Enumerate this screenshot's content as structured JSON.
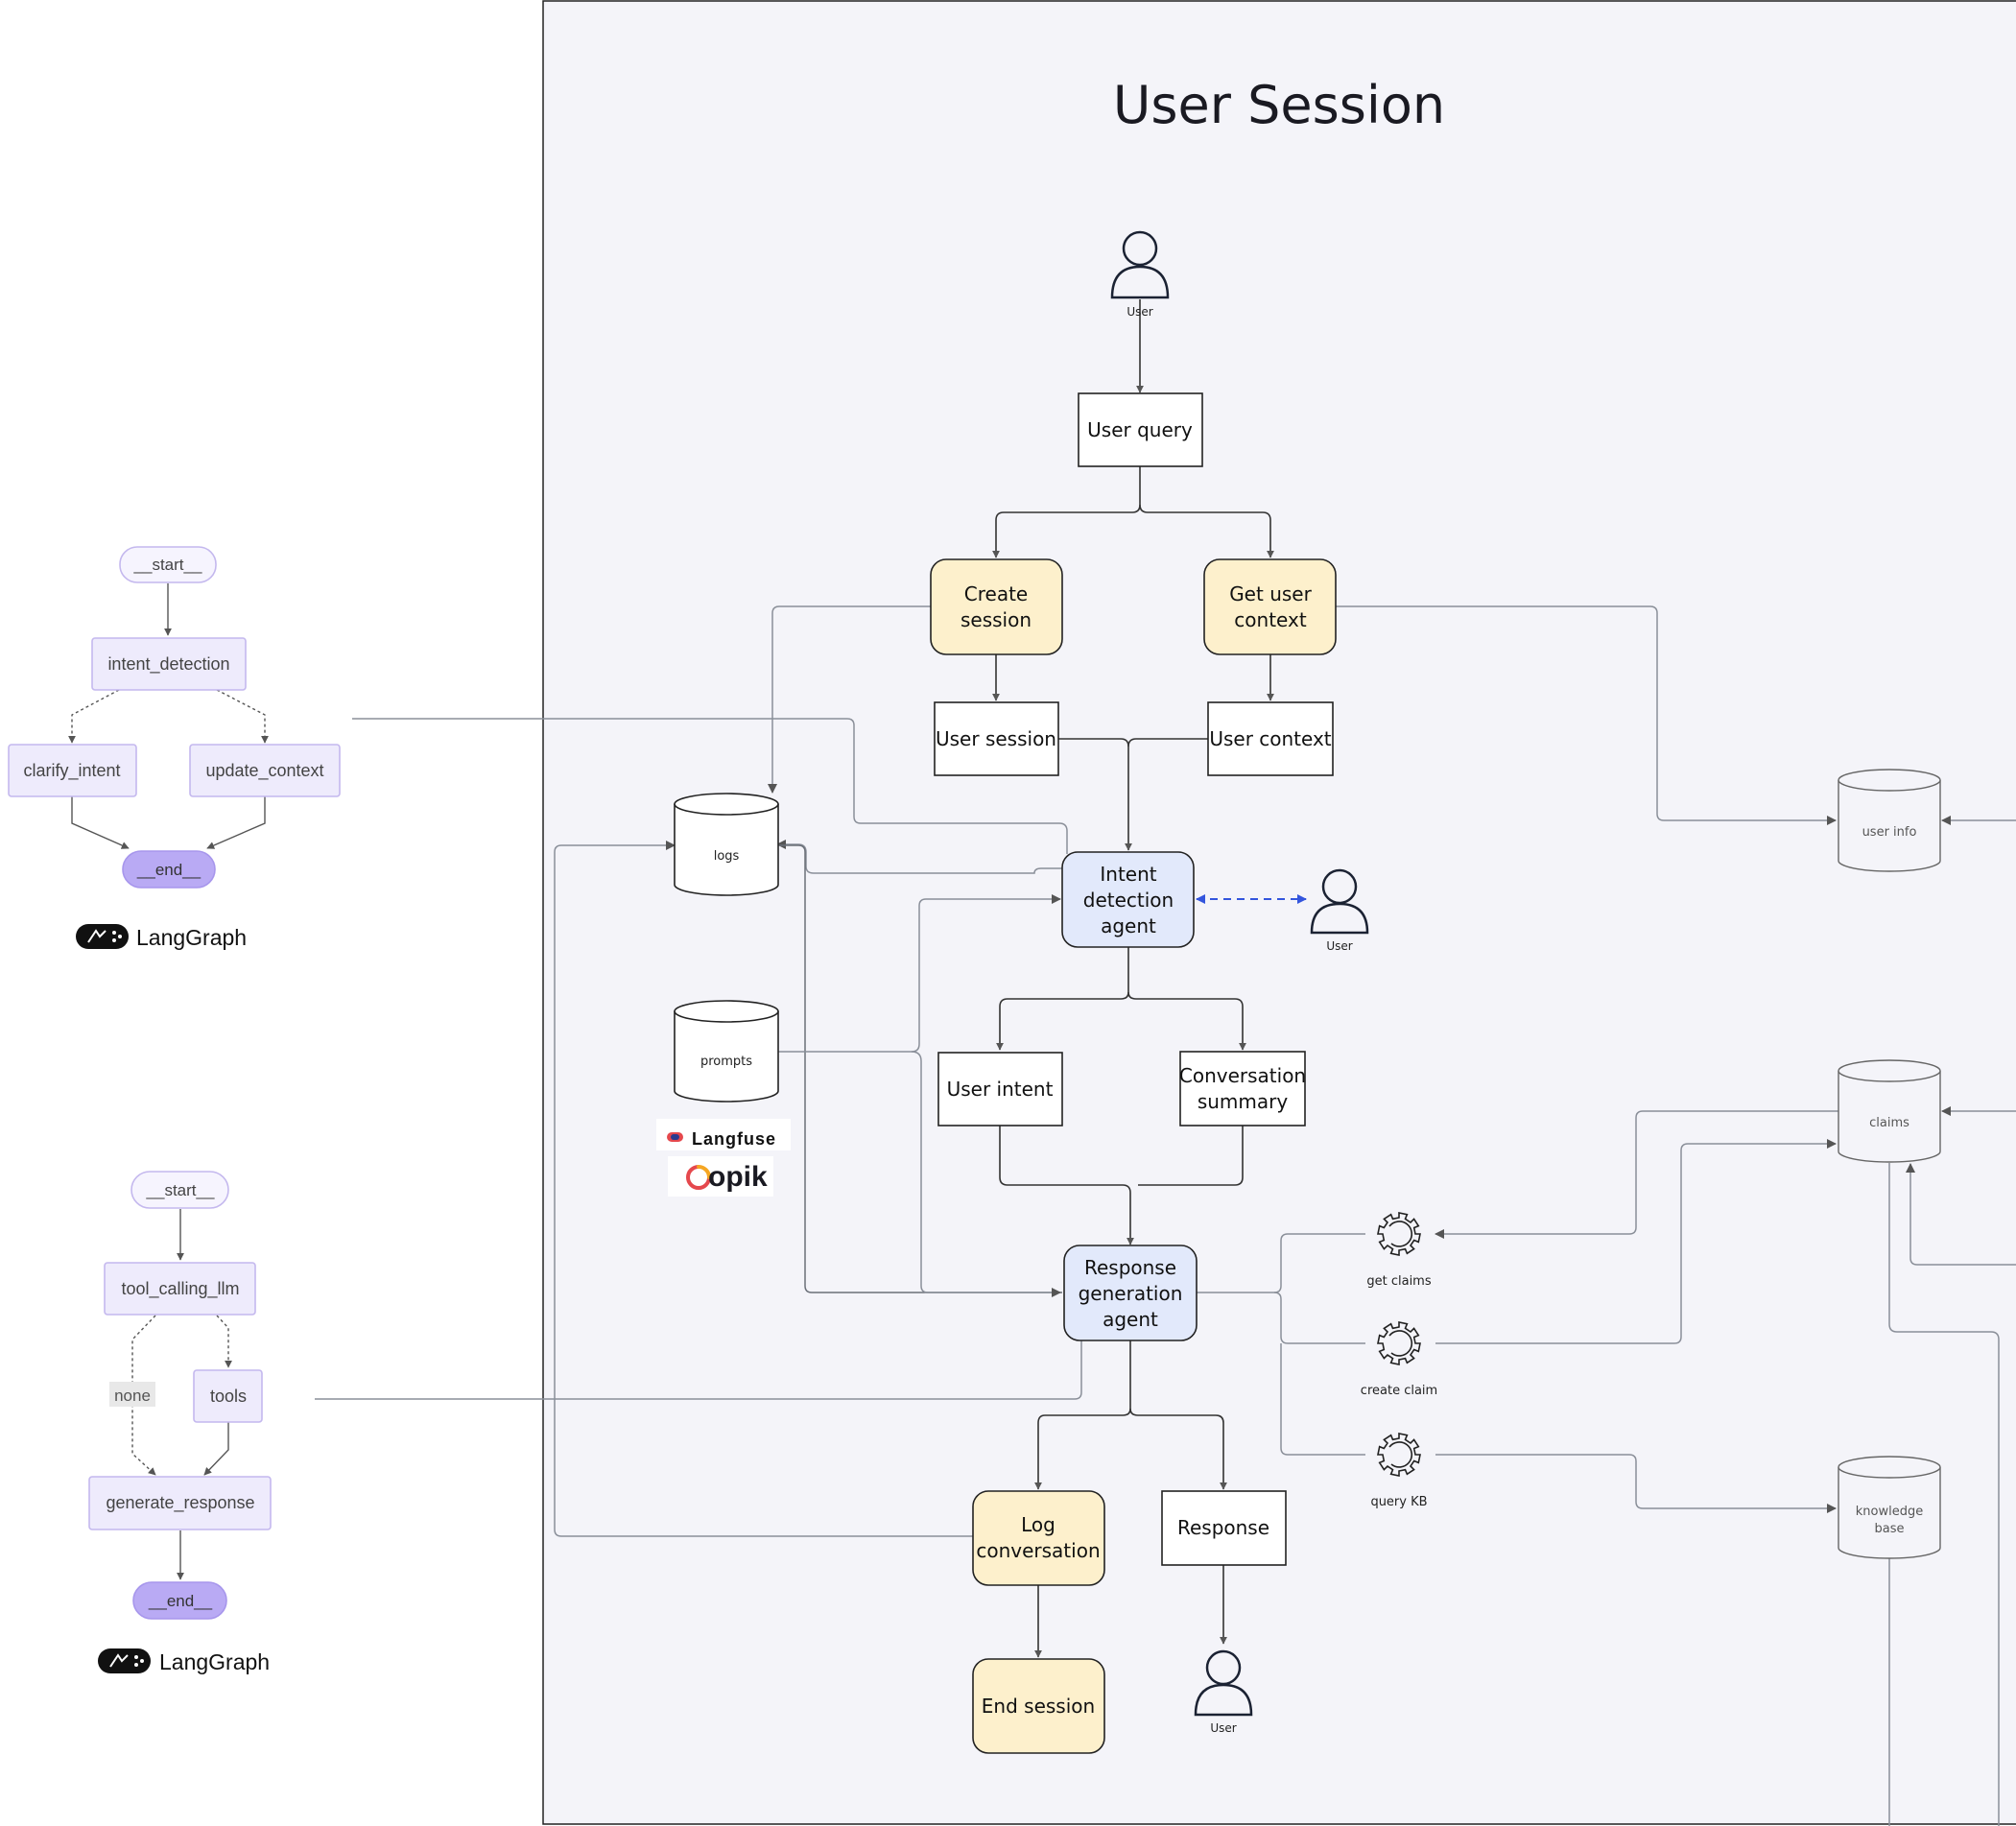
{
  "title": "User Session",
  "nodes": {
    "user_top": "User",
    "user_query": "User query",
    "create_session": [
      "Create",
      "session"
    ],
    "get_user_context": [
      "Get user",
      "context"
    ],
    "user_session": "User session",
    "user_context": "User context",
    "logs": "logs",
    "intent_agent": [
      "Intent",
      "detection",
      "agent"
    ],
    "user_mid": "User",
    "prompts": "prompts",
    "user_intent": "User intent",
    "conversation_summary": [
      "Conversation",
      "summary"
    ],
    "response_agent": [
      "Response",
      "generation",
      "agent"
    ],
    "log_conversation": [
      "Log",
      "conversation"
    ],
    "response": "Response",
    "end_session": "End session",
    "user_bottom": "User",
    "user_info": "user info",
    "claims": "claims",
    "knowledge_base": [
      "knowledge",
      "base"
    ],
    "get_claims": "get claims",
    "create_claim": "create claim",
    "query_kb": "query KB"
  },
  "tools_brands": {
    "langfuse": "Langfuse",
    "opik": "opik"
  },
  "langgraph_top": {
    "start": "__start__",
    "intent_detection": "intent_detection",
    "clarify_intent": "clarify_intent",
    "update_context": "update_context",
    "end": "__end__",
    "brand": "LangGraph"
  },
  "langgraph_bottom": {
    "start": "__start__",
    "tool_calling_llm": "tool_calling_llm",
    "none": "none",
    "tools": "tools",
    "generate_response": "generate_response",
    "end": "__end__",
    "brand": "LangGraph"
  },
  "colors": {
    "panel_bg": "#f4f4f9",
    "yellow_node": "#fdf0cc",
    "blue_node": "#e2e9fb",
    "lg_node": "#eeebfc",
    "lg_stroke": "#c4b8ee",
    "lg_end": "#b9aaf4",
    "dashed_blue": "#3355dd"
  }
}
